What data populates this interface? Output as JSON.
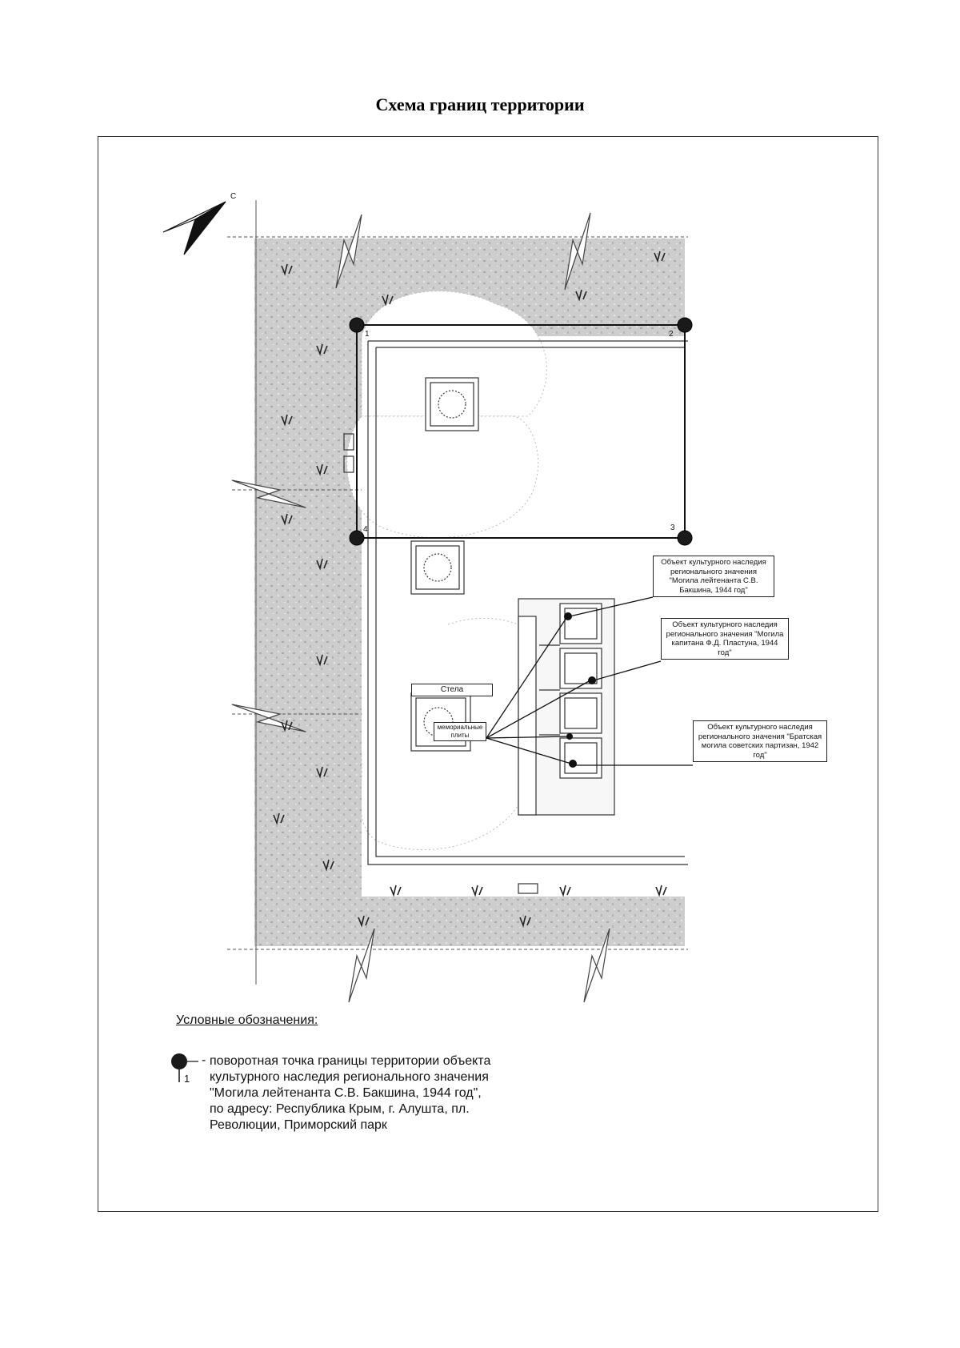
{
  "title": "Схема границ территории",
  "north_label": "С",
  "points": [
    {
      "label": "1"
    },
    {
      "label": "2"
    },
    {
      "label": "3"
    },
    {
      "label": "4"
    }
  ],
  "objects": [
    {
      "label": "Объект культурного наследия регионального значения \"Могила лейтенанта С.В. Бакшина, 1944 год\""
    },
    {
      "label": "Объект культурного наследия регионального значения \"Могила капитана Ф.Д. Пластуна, 1944 год\""
    },
    {
      "label": "Объект культурного наследия регионального значения \"Братская могила советских партизан, 1942 год\""
    }
  ],
  "stela_label": "Стела",
  "plates_label": "мемориальные плиты",
  "legend": {
    "title": "Условные обозначения:",
    "marker_number": "1",
    "dash": "-",
    "description": "поворотная точка границы территории объекта культурного наследия регионального значения \"Могила лейтенанта С.В. Бакшина, 1944 год\", по адресу: Республика Крым, г. Алушта, пл. Революции, Приморский парк"
  },
  "colors": {
    "ground": "#c9c9c9",
    "boundary": "#111111",
    "point_marker": "#1a1a1a"
  }
}
